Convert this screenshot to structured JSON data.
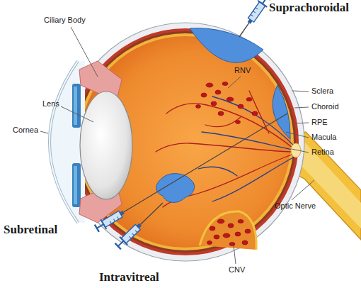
{
  "diagram": {
    "labels": [
      "Suprachoroidal",
      "Ciliary Body",
      "RNV",
      "Sclera",
      "Lens",
      "Choroid",
      "Cornea",
      "RPE",
      "Macula",
      "Retina",
      "Subretinal",
      "Optic Nerve",
      "CNV",
      "Intravitreal"
    ]
  }
}
